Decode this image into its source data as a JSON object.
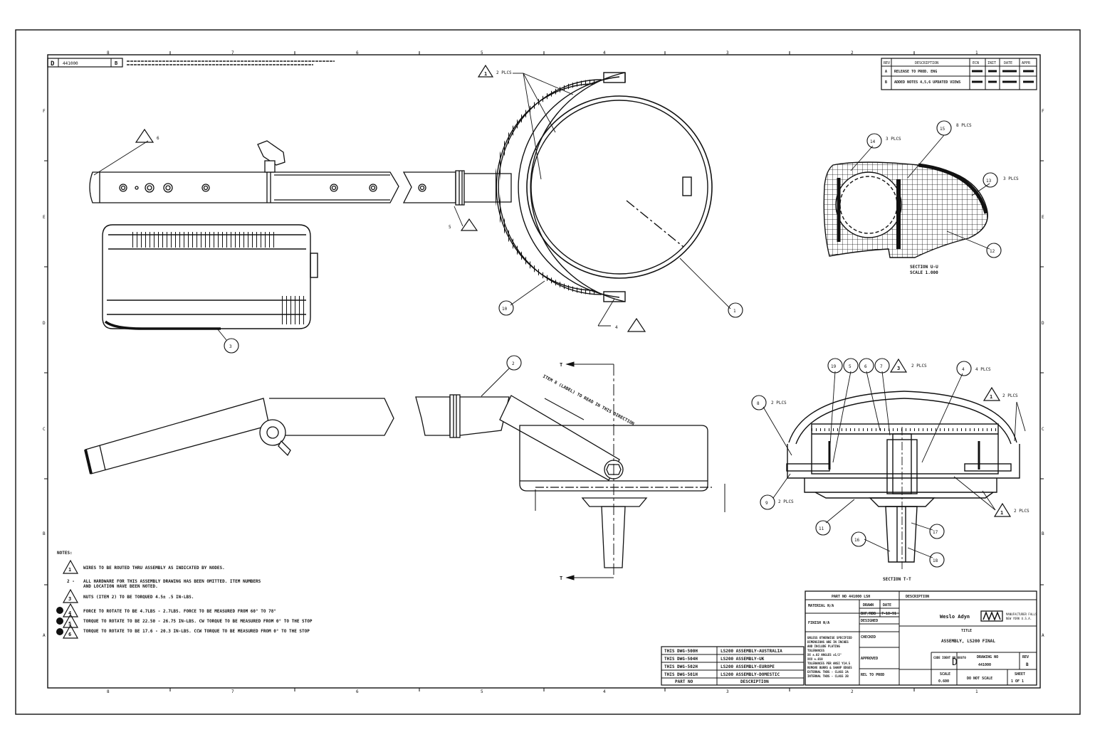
{
  "zones": {
    "top": [
      "8",
      "7",
      "6",
      "5",
      "4",
      "3",
      "2",
      "1"
    ],
    "bottom": [
      "8",
      "7",
      "6",
      "5",
      "4",
      "3",
      "2",
      "1"
    ],
    "left": [
      "F",
      "E",
      "D",
      "C",
      "B",
      "A"
    ],
    "right": [
      "F",
      "E",
      "D",
      "C",
      "B",
      "A"
    ]
  },
  "header": {
    "size": "D",
    "dwg_no": "441000",
    "rev": "B"
  },
  "revisions": {
    "columns": [
      "REV",
      "DESCRIPTION",
      "ECN",
      "INIT",
      "DATE",
      "APPR"
    ],
    "rows": [
      [
        "A",
        "RELEASE TO PROD. ENG",
        "",
        "",
        "",
        ""
      ],
      [
        "B",
        "ADDED NOTES 4,5,6 UPDATED VIEWS",
        "",
        "",
        "",
        ""
      ]
    ]
  },
  "callouts": {
    "plcs2": "2 PLCS",
    "plcs3": "3 PLCS",
    "plcs4": "4 PLCS",
    "plcs8": "8 PLCS",
    "item1": "1",
    "item2": "2",
    "item3": "3",
    "item4": "4",
    "item5": "5",
    "item6": "6",
    "item7": "7",
    "item8": "8",
    "item9": "9",
    "item10": "10",
    "item11": "11",
    "item12": "12",
    "item13": "13",
    "item14": "14",
    "item15": "15",
    "item16": "16",
    "item17": "17",
    "item18": "18",
    "item19": "19",
    "note4": "4",
    "note5": "5",
    "note6": "6",
    "item_label": "ITEM 8 (LABEL) TO READ IN THIS DIRECTION",
    "section_uu": "SECTION U-U",
    "scale_uu": "SCALE 1.000",
    "section_tt": "SECTION T-T",
    "sec_letter": "T"
  },
  "notes": {
    "title": "NOTES:",
    "n1_num": "1",
    "n1": "WIRES TO BE ROUTED THRU ASSEMBLY AS INDICATED BY NODES.",
    "n2_num": "2 -",
    "n2a": "ALL HARDWARE FOR THIS ASSEMBLY DRAWING HAS BEEN OMITTED. ITEM NUMBERS",
    "n2b": "AND LOCATION HAVE BEEN NOTED.",
    "n3_num": "3",
    "n3": "NUTS (ITEM 2) TO BE TORQUED 4.5± .5 IN-LBS.",
    "n4_num": "4",
    "n4": "FORCE TO ROTATE TO BE 4.7LBS - 2.7LBS. FORCE TO BE MEASURED FROM 60° TO 78°",
    "n5_num": "5",
    "n5": "TORQUE TO ROTATE TO BE 22.50 - 26.75 IN-LBS. CW TORQUE TO BE MEASURED FROM 0° TO THE STOP",
    "n6_num": "6",
    "n6": "TORQUE TO ROTATE TO BE 17.6 - 20.3 IN-LBS. CCW TORQUE TO BE MEASURED FROM 0° TO THE STOP"
  },
  "parts_list": {
    "rows": [
      [
        "THIS DWG-500H",
        "LS200 ASSEMBLY-AUSTRALIA"
      ],
      [
        "THIS DWG-504H",
        "LS200 ASSEMBLY-UK"
      ],
      [
        "THIS DWG-502H",
        "LS200 ASSEMBLY-EUROPE"
      ],
      [
        "THIS DWG-501H",
        "LS200 ASSEMBLY-DOMESTIC"
      ]
    ],
    "footer": [
      "PART NO",
      "DESCRIPTION"
    ]
  },
  "title_block": {
    "part_no_label": "PART NO 441000 LSH",
    "description_label": "DESCRIPTION",
    "material": "MATERIAL N/A",
    "finish": "FINISH N/A",
    "drawn_label": "DRAWN",
    "date_label": "DATE",
    "drawn_by": "BHF/RDB",
    "drawn_date": "7-18-91",
    "designed": "DESIGNED",
    "checked": "CHECKED",
    "approved": "APPROVED",
    "rel_to_prod": "REL TO PROD",
    "tolerance_lines": [
      "UNLESS OTHERWISE SPECIFIED",
      "DIMENSIONS ARE IN INCHES",
      "AND INCLUDE PLATING",
      "TOLERANCES",
      "XX ±.02  ANGLES ±1/2°",
      "XXX ±.010",
      "TOLERANCES PER ANSI Y14.5",
      "REMOVE BURRS & SHARP EDGES",
      "EXTERNAL THDS - CLASS 2A",
      "INTERNAL THDS - CLASS 2B"
    ],
    "company": "Weslo Adyn",
    "company_sub": [
      "MANUFACTURER FALLS",
      "NEW YORK U.S.A."
    ],
    "title_label": "TITLE",
    "title": "ASSEMBLY, LS200 FINAL",
    "code_label": "CODE IDENT NO 66070",
    "size": "D",
    "drawing_no_label": "DRAWING NO",
    "drawing_no": "441000",
    "rev_label": "REV",
    "rev": "B",
    "scale_label": "SCALE",
    "scale": "0.600",
    "do_not_scale": "DO NOT SCALE",
    "sheet_label": "SHEET",
    "sheet": "1 OF 1"
  }
}
